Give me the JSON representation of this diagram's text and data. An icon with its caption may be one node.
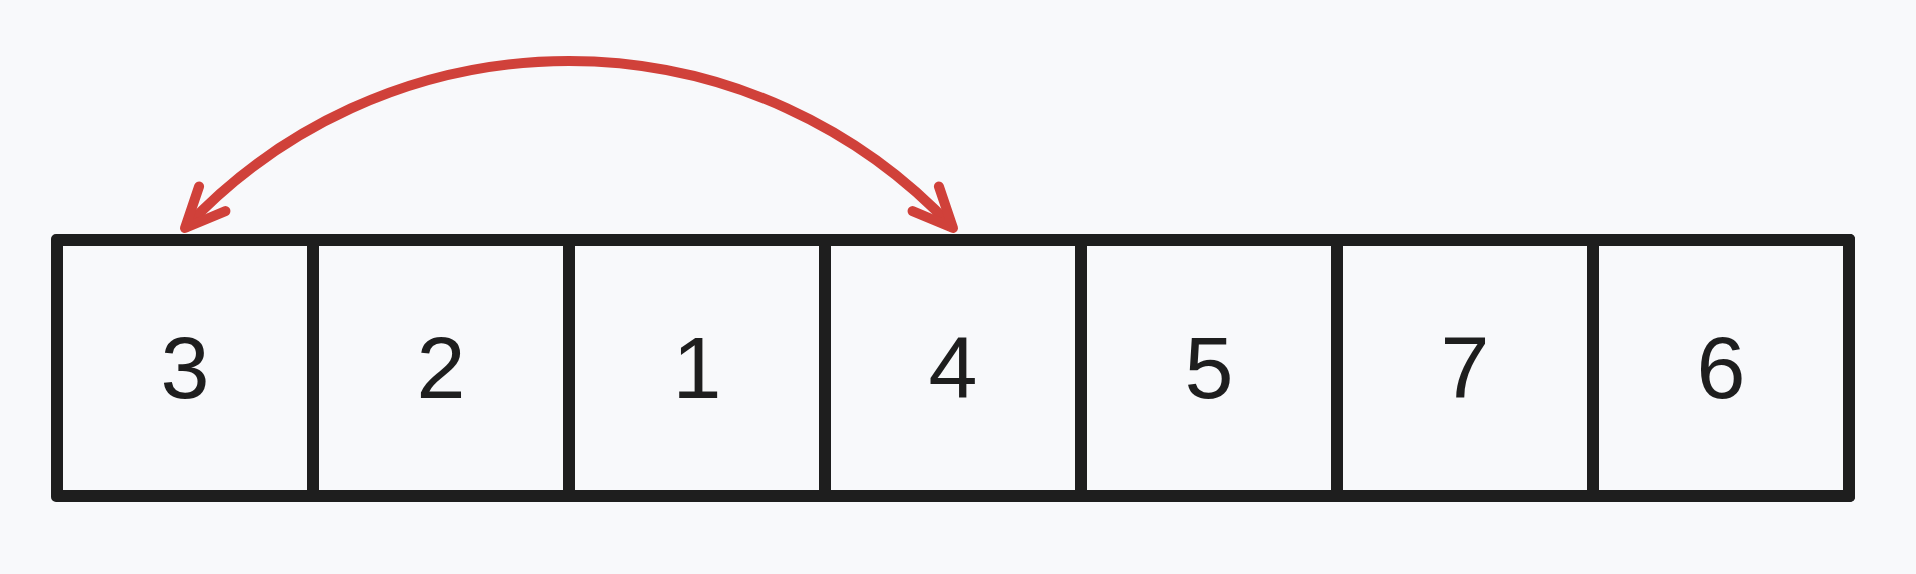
{
  "diagram": {
    "nodes": [
      {
        "text": [
          "3"
        ]
      },
      {
        "text": [
          "2"
        ]
      },
      {
        "text": [
          "1"
        ]
      },
      {
        "text": [
          "4"
        ]
      },
      {
        "text": [
          "5"
        ]
      },
      {
        "text": [
          "7"
        ]
      },
      {
        "text": [
          "6"
        ]
      }
    ],
    "edges": [
      {
        "from": 0,
        "to": 3,
        "arrow": "both"
      }
    ]
  }
}
